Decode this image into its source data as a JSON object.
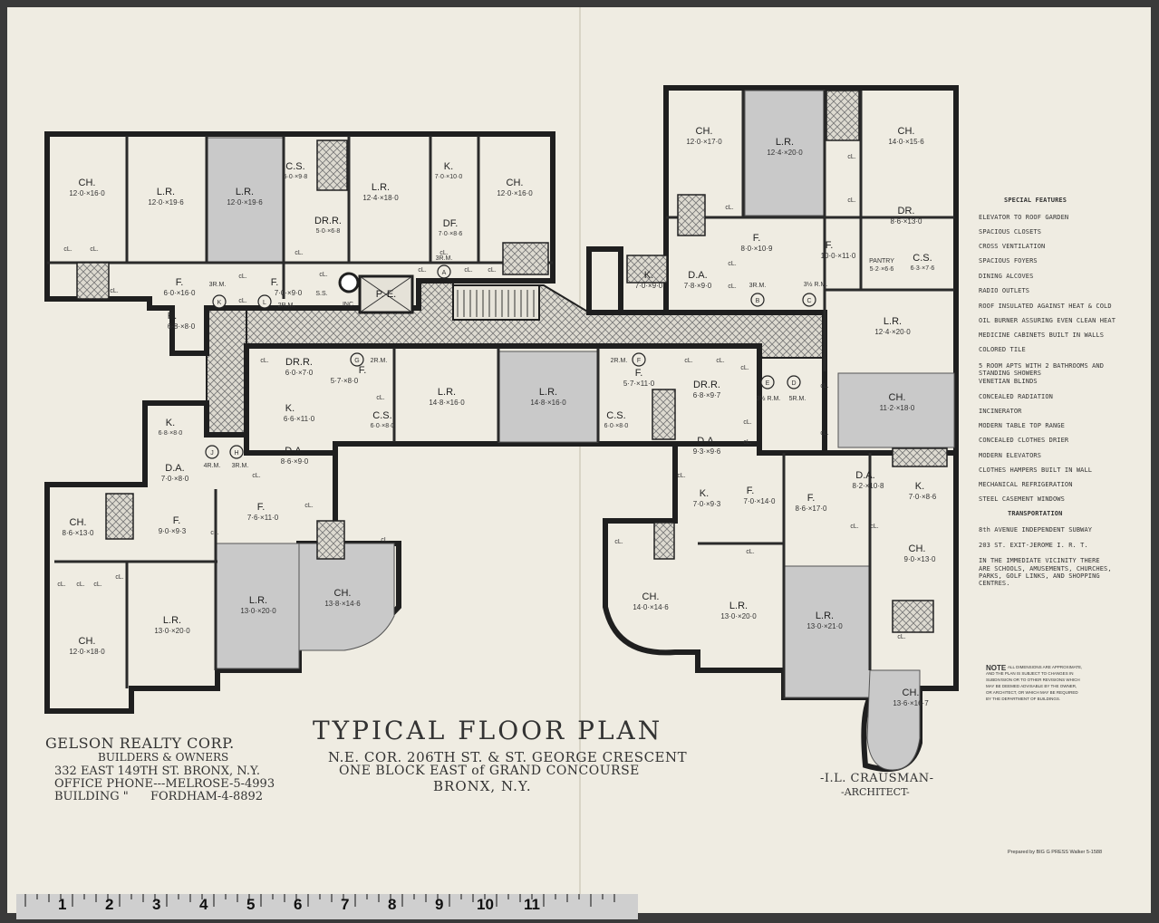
{
  "title": "TYPICAL FLOOR PLAN",
  "address": {
    "line1": "N.E. COR. 206TH ST. & ST. GEORGE CRESCENT",
    "line2": "ONE BLOCK EAST of GRAND CONCOURSE",
    "line3": "BRONX, N.Y."
  },
  "builder": {
    "name": "GELSON REALTY CORP.",
    "role": "BUILDERS & OWNERS",
    "address": "332 EAST 149TH ST. BRONX, N.Y.",
    "office_phone": "OFFICE PHONE---MELROSE-5-4993",
    "building_phone_label": "BUILDING  \"",
    "building_phone": "FORDHAM-4-8892"
  },
  "architect": {
    "name": "-I.L. CRAUSMAN-",
    "role": "-ARCHITECT-"
  },
  "special_features": {
    "heading": "SPECIAL FEATURES",
    "items": [
      "ELEVATOR TO ROOF GARDEN",
      "SPACIOUS CLOSETS",
      "CROSS VENTILATION",
      "SPACIOUS FOYERS",
      "DINING ALCOVES",
      "RADIO OUTLETS",
      "ROOF INSULATED AGAINST HEAT & COLD",
      "OIL BURNER ASSURING EVEN CLEAN HEAT",
      "MEDICINE CABINETS BUILT IN WALLS",
      "COLORED TILE",
      "5 ROOM APTS WITH 2 BATHROOMS AND",
      "    STANDING SHOWERS",
      "VENETIAN BLINDS",
      "CONCEALED RADIATION",
      "INCINERATOR",
      "MODERN TABLE TOP RANGE",
      "CONCEALED CLOTHES DRIER",
      "MODERN ELEVATORS",
      "CLOTHES HAMPERS BUILT IN WALL",
      "MECHANICAL REFRIGERATION",
      "STEEL CASEMENT WINDOWS"
    ]
  },
  "transportation": {
    "heading": "TRANSPORTATION",
    "items": [
      "8th AVENUE INDEPENDENT SUBWAY",
      "203 ST. EXIT-JEROME I. R. T.",
      "IN THE IMMEDIATE VICINITY THERE",
      "ARE SCHOOLS, AMUSEMENTS, CHURCHES,",
      "PARKS, GOLF LINKS, AND SHOPPING",
      "CENTRES."
    ]
  },
  "note": {
    "label": "NOTE",
    "lines": [
      "ALL DIMENSIONS ARE APPROXIMATE,",
      "AND THE PLAN IS SUBJECT TO CHANGES IN",
      "SUBDIVISION OR TO OTHER REVISIONS WHICH",
      "MAY BE DEEMED ADVISABLE BY THE OWNER,",
      "OR ARCHITECT, OR WHICH MAY BE REQUIRED",
      "BY THE DEPARTMENT OF BUILDINGS."
    ]
  },
  "printer_credit": "Prepared by BIG G PRESS Walker 5-1588",
  "ruler_numbers": [
    "1",
    "2",
    "3",
    "4",
    "5",
    "6",
    "7",
    "8",
    "9",
    "10",
    "11"
  ],
  "colors": {
    "paper": "#efece2",
    "shaded_room": "#c9c9c9",
    "wall": "#1f1f1f",
    "background": "#3a3a3a"
  },
  "rooms": [
    {
      "name": "CH.",
      "dim": "12·0·×16·0"
    },
    {
      "name": "L.R.",
      "dim": "12·0·×19·6"
    },
    {
      "name": "L.R.",
      "dim": "12·0·×19·6"
    },
    {
      "name": "C.S.",
      "dim": "5·0·×9·8"
    },
    {
      "name": "DR.R.",
      "dim": "5·0·×6·8"
    },
    {
      "name": "L.R.",
      "dim": "12·4·×18·0"
    },
    {
      "name": "K.",
      "dim": "7·0·×10·0"
    },
    {
      "name": "DF.",
      "dim": "7·0·×8·6"
    },
    {
      "name": "CH.",
      "dim": "12·0·×16·0"
    },
    {
      "name": "F.",
      "dim": "6·0·×16·0"
    },
    {
      "name": "F.",
      "dim": "7·0·×9·0"
    },
    {
      "name": "K.",
      "dim": "6·8·×8·0"
    },
    {
      "name": "CH.",
      "dim": "12·0·×17·0"
    },
    {
      "name": "L.R.",
      "dim": "12·4·×20·0"
    },
    {
      "name": "CH.",
      "dim": "14·0·×15·6"
    },
    {
      "name": "DR.",
      "dim": "8·6·×13·0"
    },
    {
      "name": "K.",
      "dim": "7·0·×9·0"
    },
    {
      "name": "D.A.",
      "dim": "7·8·×9·0"
    },
    {
      "name": "F.",
      "dim": "8·0·×10·9"
    },
    {
      "name": "F.",
      "dim": "10·0·×11·0"
    },
    {
      "name": "PANTRY",
      "dim": "5·2·×6·6"
    },
    {
      "name": "C.S.",
      "dim": "6·3·×7·6"
    },
    {
      "name": "L.R.",
      "dim": "12·4·×20·0"
    },
    {
      "name": "DR.R.",
      "dim": "6·0·×7·0"
    },
    {
      "name": "F.",
      "dim": "5·7·×8·0"
    },
    {
      "name": "L.R.",
      "dim": "14·8·×16·0"
    },
    {
      "name": "L.R.",
      "dim": "14·8·×16·0"
    },
    {
      "name": "F.",
      "dim": "5·7·×11·0"
    },
    {
      "name": "DR.R.",
      "dim": "6·8·×9·7"
    },
    {
      "name": "C.S.",
      "dim": "6·0·×8·0"
    },
    {
      "name": "C.S.",
      "dim": "6·0·×8·0"
    },
    {
      "name": "K.",
      "dim": "6·6·×11·0"
    },
    {
      "name": "D.A.",
      "dim": "8·6·×9·0"
    },
    {
      "name": "K.",
      "dim": "6·8·×8·0"
    },
    {
      "name": "D.A.",
      "dim": "7·0·×8·0"
    },
    {
      "name": "F.",
      "dim": "9·0·×9·3"
    },
    {
      "name": "F.",
      "dim": "7·6·×11·0"
    },
    {
      "name": "CH.",
      "dim": "8·6·×13·0"
    },
    {
      "name": "CH.",
      "dim": "12·0·×18·0"
    },
    {
      "name": "L.R.",
      "dim": "13·0·×20·0"
    },
    {
      "name": "L.R.",
      "dim": "13·0·×20·0"
    },
    {
      "name": "CH.",
      "dim": "13·8·×14·6"
    },
    {
      "name": "CH.",
      "dim": "11·2·×18·0"
    },
    {
      "name": "D.A.",
      "dim": "9·3·×9·6"
    },
    {
      "name": "K.",
      "dim": "7·0·×9·3"
    },
    {
      "name": "F.",
      "dim": "7·0·×14·0"
    },
    {
      "name": "F.",
      "dim": "8·6·×17·0"
    },
    {
      "name": "D.A.",
      "dim": "8·2·×10·8"
    },
    {
      "name": "K.",
      "dim": "7·0·×8·6"
    },
    {
      "name": "CH.",
      "dim": "9·0·×13·0"
    },
    {
      "name": "CH.",
      "dim": "14·0·×14·6"
    },
    {
      "name": "L.R.",
      "dim": "13·0·×20·0"
    },
    {
      "name": "L.R.",
      "dim": "13·0·×21·0"
    },
    {
      "name": "CH.",
      "dim": "13·6·×16·7"
    }
  ],
  "apartment_markers": [
    {
      "letter": "A",
      "rooms": "3R.M."
    },
    {
      "letter": "B",
      "rooms": "3R.M."
    },
    {
      "letter": "C",
      "rooms": "3½ R.M."
    },
    {
      "letter": "D",
      "rooms": "5R.M."
    },
    {
      "letter": "E",
      "rooms": "3½ R.M."
    },
    {
      "letter": "F",
      "rooms": "2R.M."
    },
    {
      "letter": "G",
      "rooms": "2R.M."
    },
    {
      "letter": "H",
      "rooms": "3R.M."
    },
    {
      "letter": "J",
      "rooms": "4R.M."
    },
    {
      "letter": "K",
      "rooms": "3R.M."
    },
    {
      "letter": "L",
      "rooms": "2R.M."
    }
  ],
  "misc_labels": {
    "closet": "cL.",
    "elevator": "P. E.",
    "incinerator": "INC",
    "shaft": "S.S."
  }
}
